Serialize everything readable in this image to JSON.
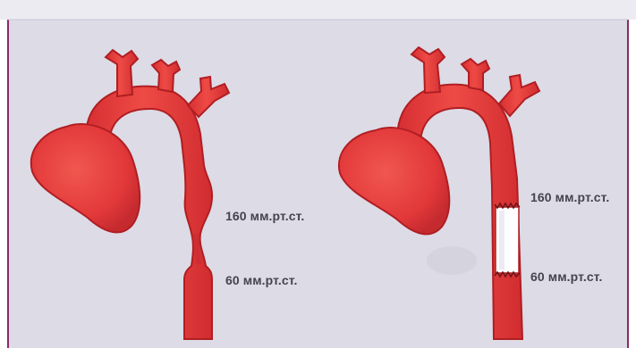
{
  "colors": {
    "panel_background": "#dcdbe6",
    "vessel_red": "#e8383a",
    "vessel_outline": "#b01e22",
    "graft_white": "#ffffff",
    "frame_border": "#8a2a6a",
    "label_text": "#444450"
  },
  "left_panel": {
    "upper_pressure": "160 мм.рт.ст.",
    "lower_pressure": "60 мм.рт.ст."
  },
  "right_panel": {
    "upper_pressure": "160 мм.рт.ст.",
    "lower_pressure": "60 мм.рт.ст."
  }
}
